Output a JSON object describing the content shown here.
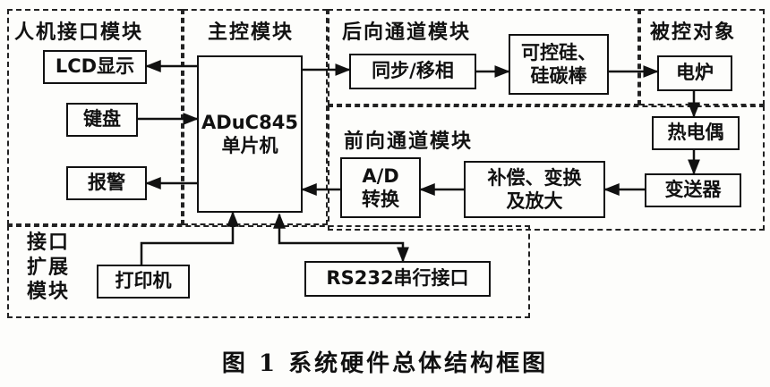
{
  "modules": {
    "hmi": "人机接口模块",
    "main": "主控模块",
    "backward": "后向通道模块",
    "controlled": "被控对象",
    "forward": "前向通道模块",
    "interface_lines": [
      "接口",
      "扩展",
      "模块"
    ]
  },
  "blocks": {
    "lcd": "LCD显示",
    "keyboard": "键盘",
    "alarm": "报警",
    "mcu_line1": "ADuC845",
    "mcu_line2": "单片机",
    "sync": "同步/移相",
    "scr_line1": "可控硅、",
    "scr_line2": "硅碳棒",
    "furnace": "电炉",
    "thermocouple": "热电偶",
    "transmitter": "变送器",
    "comp_line1": "补偿、变换",
    "comp_line2": "及放大",
    "ad_line1": "A/D",
    "ad_line2": "转换",
    "printer": "打印机",
    "rs232": "RS232串行接口"
  },
  "caption": "图 1   系统硬件总体结构框图",
  "colors": {
    "line": "#111111",
    "background": "#fdfdfb"
  }
}
